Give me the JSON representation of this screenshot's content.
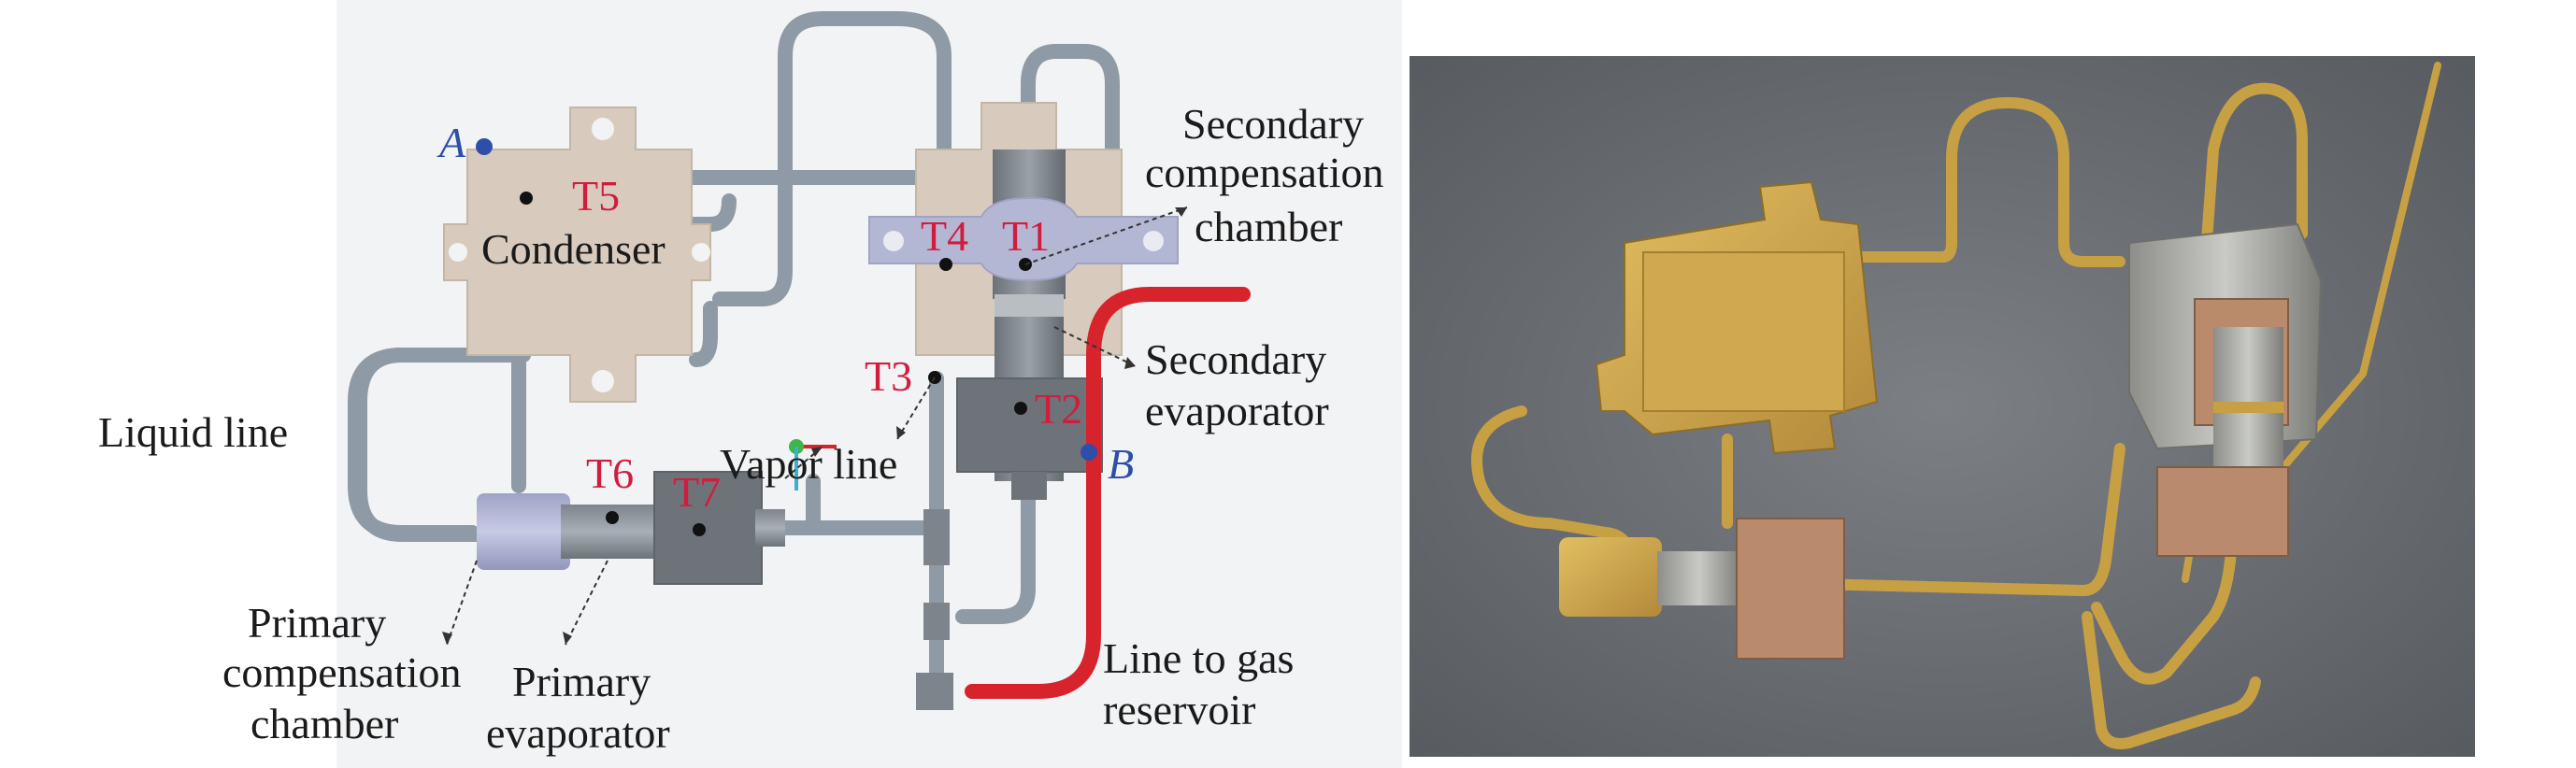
{
  "cad_diagram": {
    "points": [
      {
        "key": "A",
        "label": "A"
      },
      {
        "key": "B",
        "label": "B"
      }
    ],
    "sensors": [
      {
        "key": "T1",
        "label": "T1"
      },
      {
        "key": "T2",
        "label": "T2"
      },
      {
        "key": "T3",
        "label": "T3"
      },
      {
        "key": "T4",
        "label": "T4"
      },
      {
        "key": "T5",
        "label": "T5"
      },
      {
        "key": "T6",
        "label": "T6"
      },
      {
        "key": "T7",
        "label": "T7"
      }
    ],
    "labels": {
      "condenser": "Condenser",
      "liquid_line": "Liquid line",
      "vapor_line": "Vapor line",
      "secondary_compensation_chamber": [
        "Secondary",
        "compensation",
        "chamber"
      ],
      "secondary_evaporator": [
        "Secondary",
        "evaporator"
      ],
      "line_to_gas_reservoir": [
        "Line to gas",
        "reservoir"
      ],
      "primary_compensation_chamber": [
        "Primary",
        "compensation",
        "chamber"
      ],
      "primary_evaporator": [
        "Primary",
        "evaporator"
      ]
    },
    "colors": {
      "pipe": "#8e9aa5",
      "condenser_plate": "#d8cbbd",
      "evaporator_block": "#6d7379",
      "saddle": "#b4b7d4",
      "gas_line": "#d6232c",
      "sensor_text": "#d21c3d",
      "point_marker": "#2e4fa8"
    }
  },
  "photo": {
    "subject": "Photograph of the assembled loop heat pipe prototype with brass tubing",
    "colors": {
      "background": "#6f7378",
      "brass": "#c8a044",
      "copper_block": "#b98a6c",
      "steel": "#a9aaa6"
    }
  }
}
